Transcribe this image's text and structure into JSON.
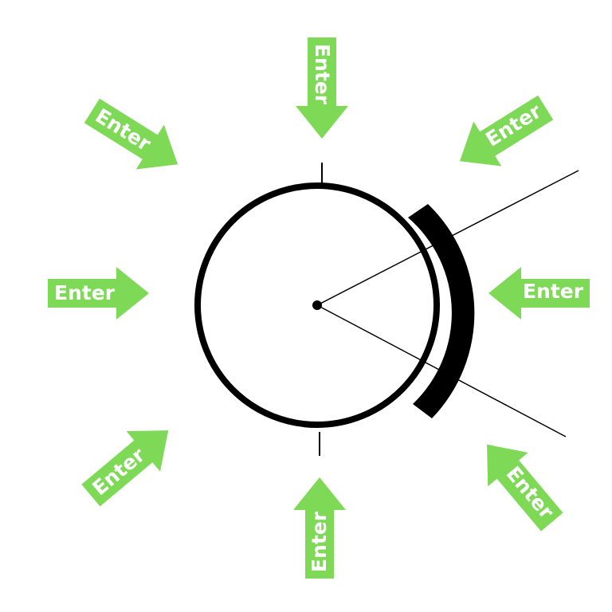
{
  "diagram": {
    "colors": {
      "arrow": "#7ed957",
      "label": "#ffffff",
      "ring": "#000000",
      "background": "#ffffff"
    },
    "arrows": [
      {
        "id": "top",
        "label": "Enter"
      },
      {
        "id": "top-right",
        "label": "Enter"
      },
      {
        "id": "right",
        "label": "Enter"
      },
      {
        "id": "bottom-right",
        "label": "Enter"
      },
      {
        "id": "bottom",
        "label": "Enter"
      },
      {
        "id": "bottom-left",
        "label": "Enter"
      },
      {
        "id": "left",
        "label": "Enter"
      },
      {
        "id": "top-left",
        "label": "Enter"
      }
    ]
  }
}
